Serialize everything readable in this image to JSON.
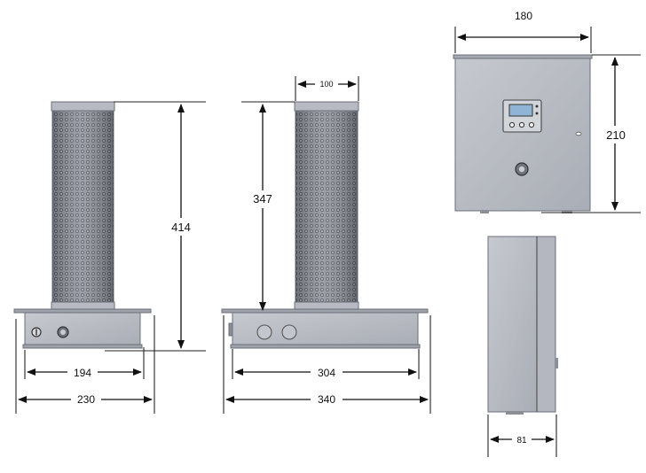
{
  "colors": {
    "body_fill": "#b9bcc4",
    "body_fill_dark": "#9ea2ab",
    "body_edge": "#6b6f78",
    "mesh_fill": "#9a9da6",
    "mesh_hole": "#5f636c",
    "screen": "#8fb4d6",
    "dimension_lines": "#111111"
  },
  "dimensions": {
    "front_base_inner_width": "194",
    "front_base_outer_width": "230",
    "front_total_height": "414",
    "side_cylinder_diameter": "100",
    "side_cylinder_height": "347",
    "side_base_inner_width": "304",
    "side_base_outer_width": "340",
    "controller_width": "180",
    "controller_height": "210",
    "controller_depth": "81"
  }
}
